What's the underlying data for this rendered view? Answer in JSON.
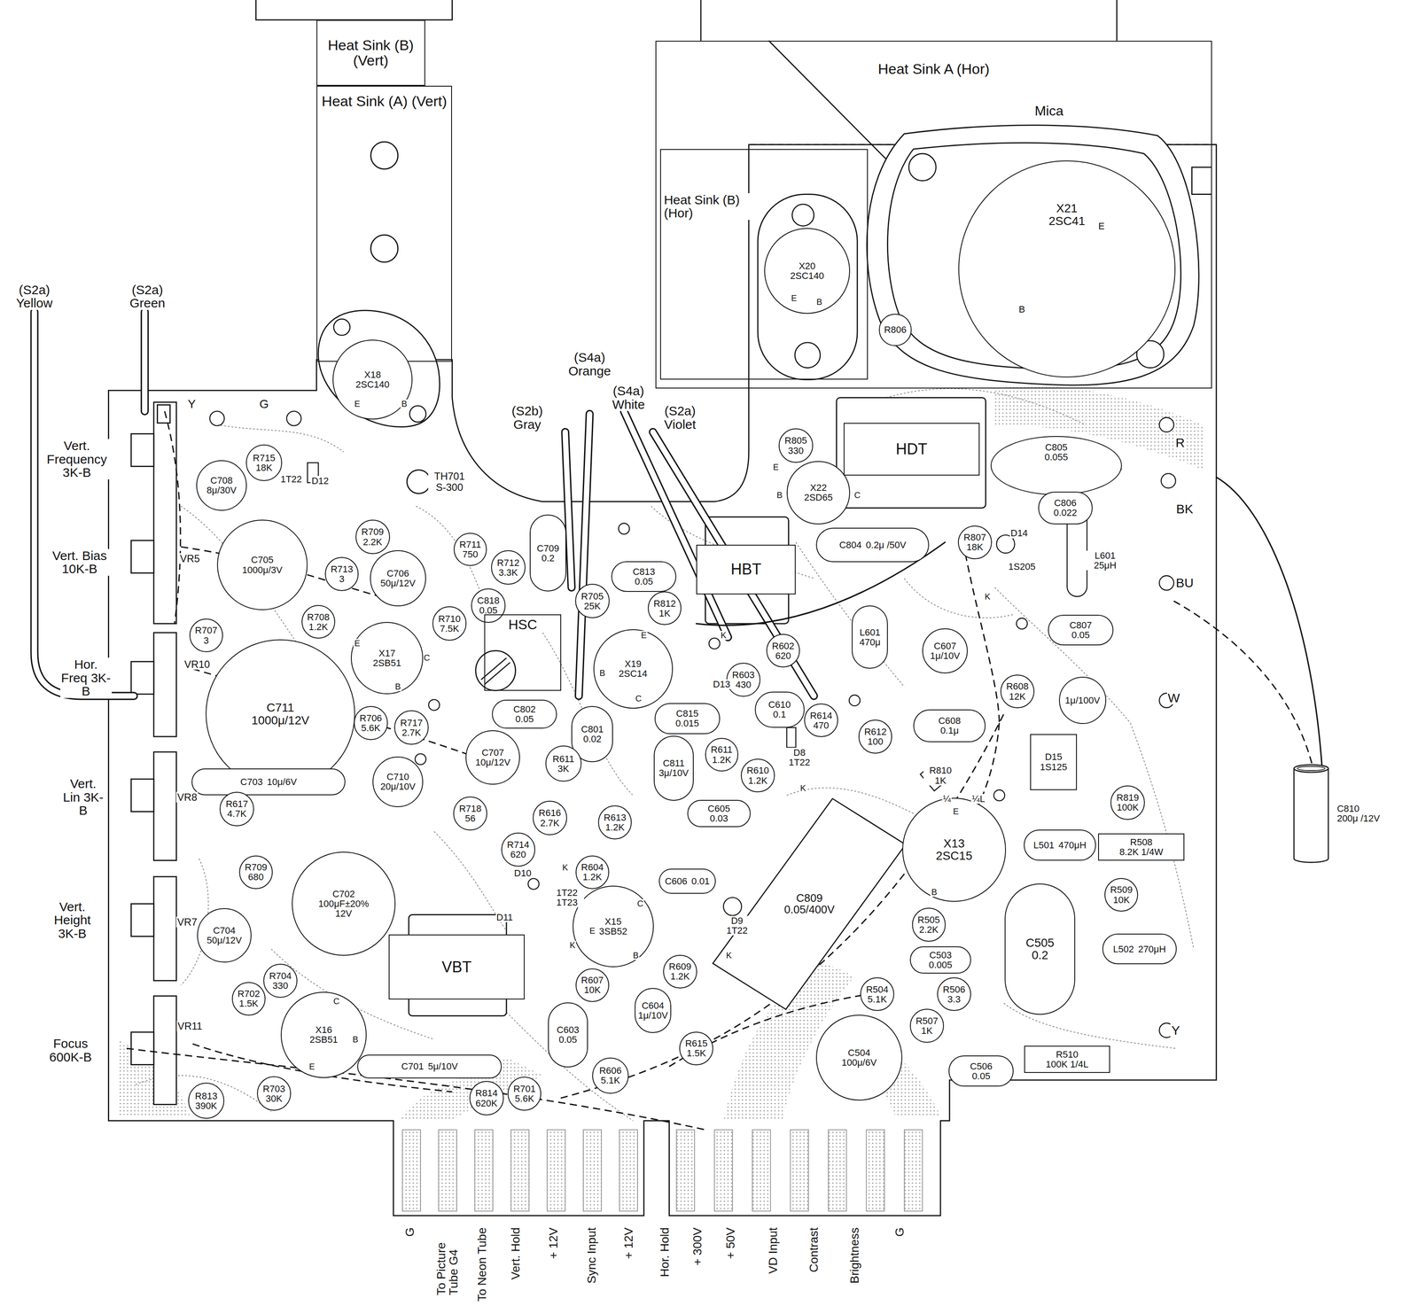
{
  "diagram": {
    "nodes": [
      {
        "text": [
          "Heat Sink (B) (Vert)"
        ]
      },
      {
        "text": [
          "Heat Sink (A) (Vert)"
        ]
      },
      {
        "text": [
          "Heat Sink A (Hor)"
        ]
      },
      {
        "text": [
          "Heat Sink (B) (Hor)"
        ],
        "in": 2
      },
      {
        "text": [
          "X20",
          "2SC140"
        ],
        "in": 3
      },
      {
        "text": [
          "X21",
          "2SC41"
        ],
        "in": 2
      },
      {
        "text": [
          "X18",
          "2SC140"
        ]
      },
      {
        "text": [
          "R715",
          "18K"
        ]
      },
      {
        "text": [
          "C708",
          "8μ/30V"
        ]
      },
      {
        "text": [
          "C705",
          "1000μ/3V"
        ]
      },
      {
        "text": [
          "R709",
          "2.2K"
        ]
      },
      {
        "text": [
          "R713",
          "3"
        ]
      },
      {
        "text": [
          "C706",
          "50μ/12V"
        ]
      },
      {
        "text": [
          "R708",
          "1.2K"
        ]
      },
      {
        "text": [
          "R711",
          "750"
        ]
      },
      {
        "text": [
          "R712",
          "3.3K"
        ]
      },
      {
        "text": [
          "C709",
          "0.2"
        ]
      },
      {
        "text": [
          "C818",
          "0.05"
        ]
      },
      {
        "text": [
          "R710",
          "7.5K"
        ]
      },
      {
        "text": [
          "HSC"
        ]
      },
      {
        "text": [
          "R705",
          "25K"
        ]
      },
      {
        "text": [
          "C813",
          "0.05"
        ]
      },
      {
        "text": [
          "R812",
          "1K"
        ]
      },
      {
        "text": [
          "HBT"
        ]
      },
      {
        "text": [
          "R805",
          "330"
        ]
      },
      {
        "text": [
          "X22",
          "2SD65"
        ]
      },
      {
        "text": [
          "HDT"
        ]
      },
      {
        "text": [
          "C805",
          "0.055"
        ]
      },
      {
        "text": [
          "C806",
          "0.022"
        ]
      },
      {
        "text": [
          "R807",
          "18K"
        ]
      },
      {
        "text": [
          "C804",
          "0.2μ /50V"
        ]
      },
      {
        "text": [
          "R806"
        ]
      },
      {
        "text": [
          "R707",
          "3"
        ]
      },
      {
        "text": [
          "X17",
          "2SB51"
        ]
      },
      {
        "text": [
          "C711",
          "1000μ/12V"
        ]
      },
      {
        "text": [
          "R706",
          "5.6K"
        ]
      },
      {
        "text": [
          "R717",
          "2.7K"
        ]
      },
      {
        "text": [
          "X19",
          "2SC14"
        ]
      },
      {
        "text": [
          "R602",
          "620"
        ]
      },
      {
        "text": [
          "R603",
          "430"
        ]
      },
      {
        "text": [
          "L601",
          "470μ"
        ]
      },
      {
        "text": [
          "C607",
          "1μ/10V"
        ]
      },
      {
        "text": [
          "C807",
          "0.05"
        ]
      },
      {
        "text": [
          "R608",
          "12K"
        ]
      },
      {
        "text": [
          "1μ/100V"
        ]
      },
      {
        "text": [
          "C802",
          "0.05"
        ]
      },
      {
        "text": [
          "C801",
          "0.02"
        ]
      },
      {
        "text": [
          "C815",
          "0.015"
        ]
      },
      {
        "text": [
          "C610",
          "0.1"
        ]
      },
      {
        "text": [
          "R614",
          "470"
        ]
      },
      {
        "text": [
          "R612",
          "100"
        ]
      },
      {
        "text": [
          "C608",
          "0.1μ"
        ]
      },
      {
        "text": [
          "D15",
          "1S125"
        ]
      },
      {
        "text": [
          "C707",
          "10μ/12V"
        ]
      },
      {
        "text": [
          "C710",
          "20μ/10V"
        ]
      },
      {
        "text": [
          "C703",
          "10μ/6V"
        ]
      },
      {
        "text": [
          "R617",
          "4.7K"
        ]
      },
      {
        "text": [
          "R611",
          "3K"
        ]
      },
      {
        "text": [
          "C811",
          "3μ/10V"
        ]
      },
      {
        "text": [
          "R611",
          "1.2K"
        ]
      },
      {
        "text": [
          "R610",
          "1.2K"
        ]
      },
      {
        "text": [
          "R819",
          "100K"
        ]
      },
      {
        "text": [
          "R718",
          "56"
        ]
      },
      {
        "text": [
          "R616",
          "2.7K"
        ]
      },
      {
        "text": [
          "R613",
          "1.2K"
        ]
      },
      {
        "text": [
          "C605",
          "0.03"
        ]
      },
      {
        "text": [
          "C809",
          "0.05/400V"
        ]
      },
      {
        "text": [
          "X13",
          "2SC15"
        ]
      },
      {
        "text": [
          "L501",
          "470μH"
        ]
      },
      {
        "text": [
          "R508",
          "8.2K 1/4W"
        ]
      },
      {
        "text": [
          "R714",
          "620"
        ]
      },
      {
        "text": [
          "R709",
          "680"
        ]
      },
      {
        "text": [
          "C702",
          "100μF±20% 12V"
        ]
      },
      {
        "text": [
          "C704",
          "50μ/12V"
        ]
      },
      {
        "text": [
          "R604",
          "1.2K"
        ]
      },
      {
        "text": [
          "C606",
          "0.01"
        ]
      },
      {
        "text": [
          "X15",
          "3SB52"
        ]
      },
      {
        "text": [
          "R509",
          "10K"
        ]
      },
      {
        "text": [
          "C505",
          "0.2"
        ]
      },
      {
        "text": [
          "L502",
          "270μH"
        ]
      },
      {
        "text": [
          "R505",
          "2.2K"
        ]
      },
      {
        "text": [
          "C503",
          "0.005"
        ]
      },
      {
        "text": [
          "VBT"
        ]
      },
      {
        "text": [
          "R704",
          "330"
        ]
      },
      {
        "text": [
          "R702",
          "1.5K"
        ]
      },
      {
        "text": [
          "R607",
          "10K"
        ]
      },
      {
        "text": [
          "R609",
          "1.2K"
        ]
      },
      {
        "text": [
          "R504",
          "5.1K"
        ]
      },
      {
        "text": [
          "R506",
          "3.3"
        ]
      },
      {
        "text": [
          "C604",
          "1μ/10V"
        ]
      },
      {
        "text": [
          "R507",
          "1K"
        ]
      },
      {
        "text": [
          "X16",
          "2SB51"
        ]
      },
      {
        "text": [
          "C603",
          "0.05"
        ]
      },
      {
        "text": [
          "R615",
          "1.5K"
        ]
      },
      {
        "text": [
          "C504",
          "100μ/6V"
        ]
      },
      {
        "text": [
          "C506",
          "0.05"
        ]
      },
      {
        "text": [
          "R510",
          "100K 1/4L"
        ]
      },
      {
        "text": [
          "C701",
          "5μ/10V"
        ]
      },
      {
        "text": [
          "R606",
          "5.1K"
        ]
      },
      {
        "text": [
          "R813",
          "390K"
        ]
      },
      {
        "text": [
          "R703",
          "30K"
        ]
      },
      {
        "text": [
          "R814",
          "620K"
        ]
      },
      {
        "text": [
          "R701",
          "5.6K"
        ]
      },
      {
        "text": [
          "C810",
          "200μ /12V"
        ]
      }
    ],
    "labels": [
      "(S2a) Yellow",
      "(S2a) Green",
      "Mica",
      "Vert. Frequency 3K-B",
      "Vert. Bias 10K-B",
      "Hor. Freq 3K-B",
      "Vert. Lin 3K-B",
      "Vert. Height 3K-B",
      "Focus 600K-B",
      "Y",
      "G",
      "VR5",
      "VR10",
      "VR8",
      "VR7",
      "VR11",
      "1T22",
      "D12",
      "TH701 S-300",
      "(S2b) Gray",
      "(S4a) Orange",
      "(S4a) White",
      "(S2a) Violet",
      "R",
      "BK",
      "BU",
      "W",
      "Y",
      "D14",
      "1S205",
      "L601 25μH",
      "D13",
      "D8 1T22",
      "R810 1K",
      "¼",
      "¼L",
      "D10",
      "1T22 1T23",
      "D11",
      "D9 1T22",
      "K",
      "K",
      "K",
      "K",
      "K",
      "K",
      "E",
      "B",
      "E",
      "B",
      "E",
      "B",
      "E",
      "B",
      "C",
      "E",
      "C",
      "B",
      "E",
      "B",
      "C",
      "C",
      "E",
      "B",
      "E",
      "B",
      "C",
      "B",
      "E",
      "G",
      "To Picture Tube G4",
      "To Neon Tube",
      "Vert. Hold",
      "+ 12V",
      "Sync Input",
      "+ 12V",
      "Hor. Hold",
      "+ 300V",
      "+ 50V",
      "VD Input",
      "Contrast",
      "Brightness",
      "G"
    ]
  }
}
